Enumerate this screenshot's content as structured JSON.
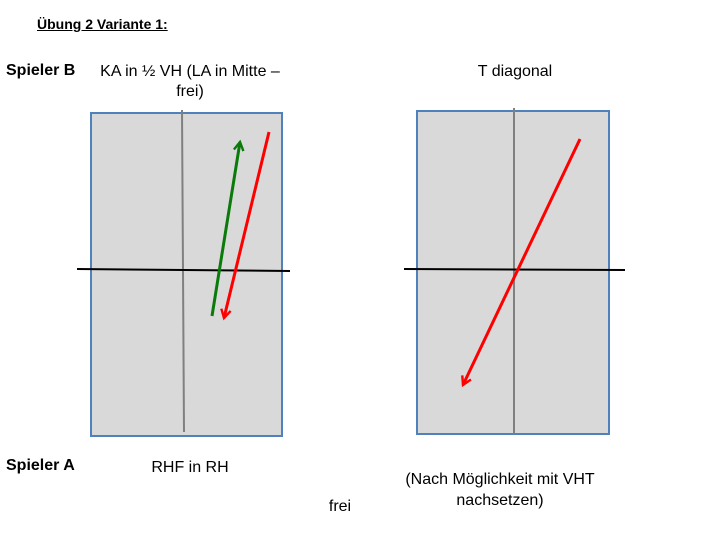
{
  "title": "Übung 2 Variante 1:",
  "players": {
    "top": "Spieler B",
    "bottom": "Spieler A"
  },
  "left_diagram": {
    "top_caption": "KA in ½ VH (LA in Mitte – frei)",
    "bottom_caption": "RHF in RH"
  },
  "right_diagram": {
    "top_caption": "T diagonal",
    "bottom_caption": "(Nach Möglichkeit mit VHT nachsetzen)"
  },
  "center_bottom_caption": "frei",
  "colors": {
    "table_fill": "#d9d9d9",
    "table_border": "#4f81bd",
    "center_line": "#808080",
    "net": "#000000",
    "arrow_green": "#0a7a0a",
    "arrow_red": "#ff0000"
  }
}
